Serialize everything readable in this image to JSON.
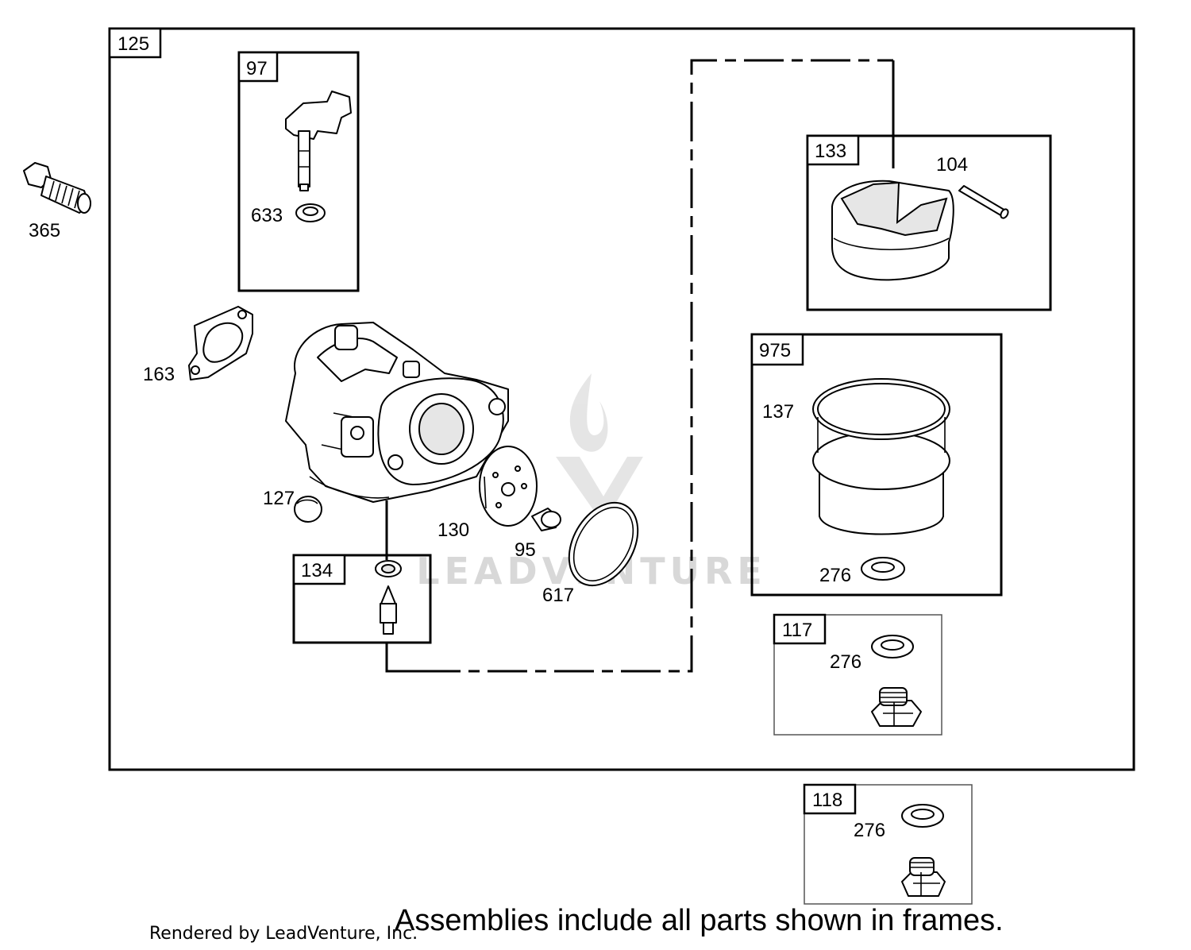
{
  "frames": {
    "main": "125",
    "f97": "97",
    "f133": "133",
    "f975": "975",
    "f134": "134",
    "f117": "117",
    "f118": "118"
  },
  "labels": {
    "p365": "365",
    "p633": "633",
    "p163": "163",
    "p127": "127",
    "p130": "130",
    "p95": "95",
    "p617": "617",
    "p104": "104",
    "p137": "137",
    "p276a": "276",
    "p276b": "276",
    "p276c": "276"
  },
  "watermark": "LEADVENTURE",
  "footer": {
    "credit": "Rendered by LeadVenture, Inc.",
    "note": "Assemblies include all parts shown in frames."
  },
  "colors": {
    "line": "#000000",
    "watermark": "#d8d8d8",
    "background": "#ffffff"
  }
}
